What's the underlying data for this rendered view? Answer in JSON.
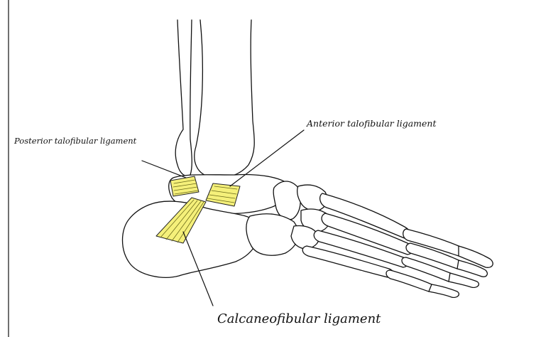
{
  "labels": {
    "posterior_talofibular": "Posterior talofibular ligament",
    "anterior_talofibular": "Anterior talofibular ligament",
    "calcaneofibular": "Calcaneofibular ligament"
  },
  "colors": {
    "ligament_fill": "#f5f07a",
    "outline": "#111111",
    "background": "#ffffff"
  }
}
